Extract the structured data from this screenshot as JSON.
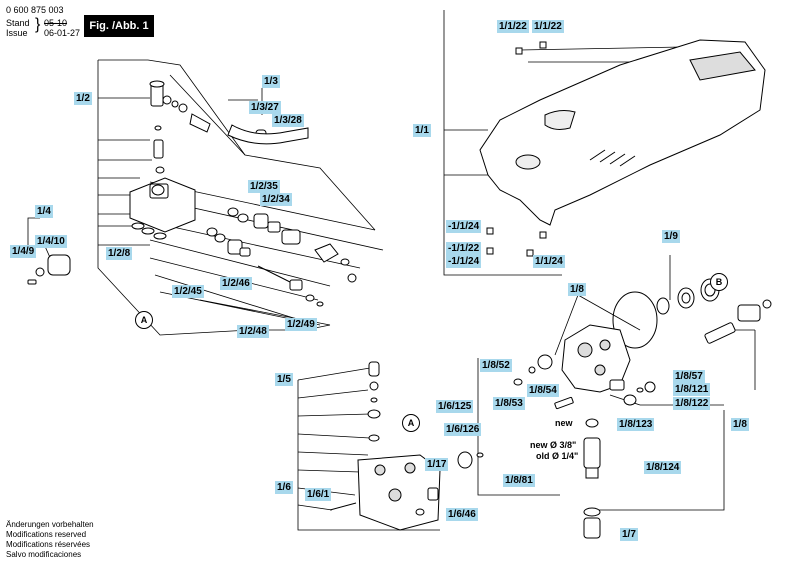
{
  "header": {
    "doc_number": "0 600 875 003",
    "stand_label": "Stand",
    "issue_label": "Issue",
    "stand_value": "05-10",
    "issue_value": "06-01-27",
    "figure_label": "Fig. /Abb. 1"
  },
  "callouts": {
    "c_1_1_22a": "1/1/22",
    "c_1_1_22b": "1/1/22",
    "c_1_3": "1/3",
    "c_1_2": "1/2",
    "c_1_3_27": "1/3/27",
    "c_1_3_28": "1/3/28",
    "c_1_1": "1/1",
    "c_1_2_35": "1/2/35",
    "c_1_2_34": "1/2/34",
    "c_1_4": "1/4",
    "c_1_4_10": "1/4/10",
    "c_1_4_9": "1/4/9",
    "c_1_2_8": "1/2/8",
    "c_1_1_24a": "-1/1/24",
    "c_1_1_22c": "-1/1/22",
    "c_1_1_24b": "-1/1/24",
    "c_1_1_24c": "1/1/24",
    "c_1_9": "1/9",
    "c_1_2_45": "1/2/45",
    "c_1_2_46": "1/2/46",
    "c_1_8": "1/8",
    "c_1_2_48": "1/2/48",
    "c_1_2_49": "1/2/49",
    "c_1_8_52": "1/8/52",
    "c_1_8_57": "1/8/57",
    "c_1_8_121": "1/8/121",
    "c_1_5": "1/5",
    "c_1_8_54": "1/8/54",
    "c_1_8_53": "1/8/53",
    "c_1_8_122": "1/8/122",
    "c_1_6_125": "1/6/125",
    "c_1_8_123": "1/8/123",
    "c_1_8b": "1/8",
    "c_1_6_126": "1/6/126",
    "c_1_17": "1/17",
    "c_1_8_124": "1/8/124",
    "c_1_8_81": "1/8/81",
    "c_1_6": "1/6",
    "c_1_6_1": "1/6/1",
    "c_1_6_46": "1/6/46",
    "c_1_7": "1/7"
  },
  "annotations": {
    "new": "new",
    "new_dia": "new Ø 3/8\"",
    "old_dia": "old Ø 1/4\""
  },
  "markers": {
    "a1": "A",
    "a2": "A",
    "b1": "B"
  },
  "footer": {
    "line1": "Änderungen vorbehalten",
    "line2": "Modifications reserved",
    "line3": "Modifications réservées",
    "line4": "Salvo modificaciones"
  },
  "colors": {
    "label_fill": "#a8d8ec",
    "line": "#000000",
    "part_fill": "#ffffff",
    "part_shade": "#d8d8d8"
  }
}
